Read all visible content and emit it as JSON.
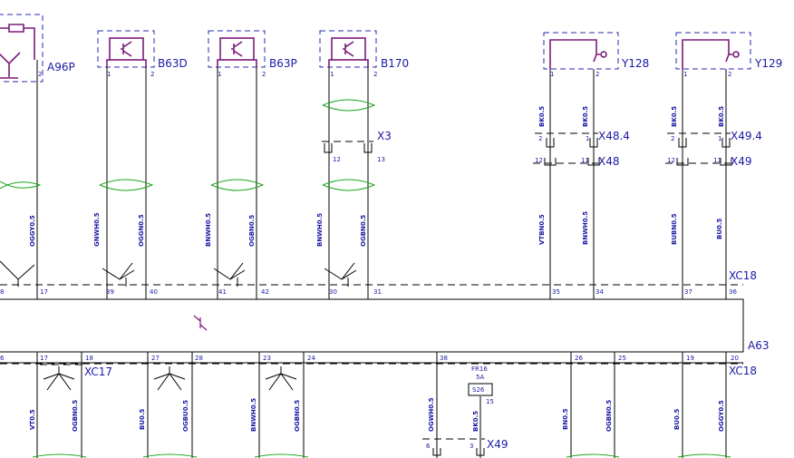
{
  "components": [
    {
      "id": "A96P",
      "pins": [
        "2"
      ]
    },
    {
      "id": "B63D",
      "pins": [
        "1",
        "2"
      ]
    },
    {
      "id": "B63P",
      "pins": [
        "1",
        "2"
      ]
    },
    {
      "id": "B170",
      "pins": [
        "1",
        "2"
      ]
    },
    {
      "id": "Y128",
      "pins": [
        "1",
        "2"
      ]
    },
    {
      "id": "Y129",
      "pins": [
        "1",
        "2"
      ]
    }
  ],
  "connectors": {
    "x3": {
      "label": "X3",
      "pins": [
        "12",
        "13"
      ]
    },
    "x48_4": {
      "label": "X48.4",
      "pins": [
        "2",
        "1"
      ]
    },
    "x48": {
      "label": "X48",
      "pins": [
        "12",
        "11"
      ]
    },
    "x49_4": {
      "label": "X49.4",
      "pins": [
        "2",
        "1"
      ]
    },
    "x49": {
      "label": "X49",
      "pins": [
        "12",
        "11"
      ]
    },
    "xc18_top": {
      "label": "XC18",
      "pins": [
        "8",
        "17",
        "39",
        "40",
        "41",
        "42",
        "30",
        "31",
        "35",
        "34",
        "37",
        "36"
      ]
    },
    "xc18_bottom": {
      "label": "XC18",
      "pins": [
        "6",
        "17",
        "18",
        "27",
        "28",
        "23",
        "24",
        "38",
        "26",
        "25",
        "19",
        "20"
      ]
    },
    "xc17": {
      "label": "XC17"
    },
    "x49_bottom": {
      "label": "X49",
      "pins": [
        "6",
        "3"
      ]
    }
  },
  "module": {
    "label": "A63"
  },
  "fuse": {
    "label": "S26",
    "top_text": "FR16",
    "sub_text": "5A",
    "pin": "15"
  },
  "wires_top": [
    "OGGY0.5",
    "GNWH0.5",
    "OGGN0.5",
    "BNWH0.5",
    "OGBN0.5",
    "BNWH0.5",
    "OGBN0.5",
    "BK0.5",
    "BK0.5",
    "VTBN0.5",
    "BNWH0.5",
    "BK0.5",
    "BK0.5",
    "BUBN0.5",
    "BU0.5"
  ],
  "wires_bottom": [
    "VT0.5",
    "OGBN0.5",
    "BU0.5",
    "OGBU0.5",
    "BNWH0.5",
    "OGBN0.5",
    "OGWH0.5",
    "BK0.5",
    "BN0.5",
    "OGBN0.5",
    "BU0.5",
    "OGGY0.5"
  ]
}
